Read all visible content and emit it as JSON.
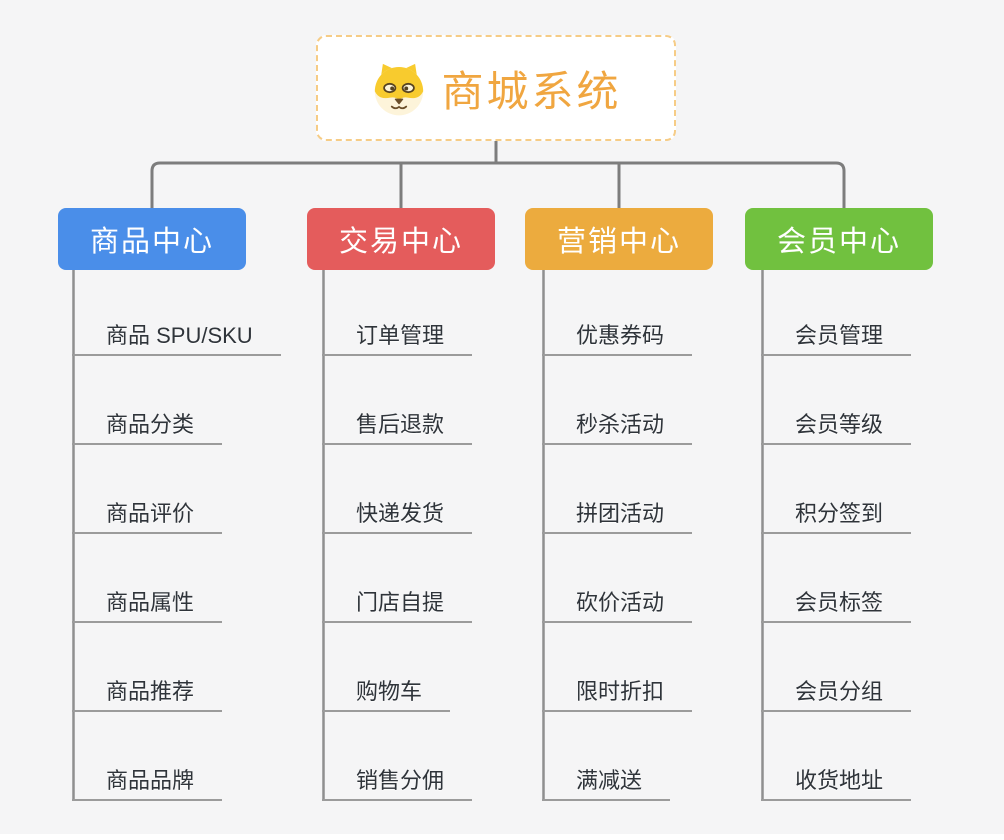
{
  "root": {
    "title": "商城系统",
    "title_color": "#f0a640",
    "border_color": "#f6cc86",
    "icon": "dog-face-icon"
  },
  "styles": {
    "connector_color": "#7d7d7d",
    "spine_color": "#8f8f8f",
    "leaf_underline_color": "#9b9b9b",
    "background_color": "#f5f5f6"
  },
  "branches": [
    {
      "label": "商品中心",
      "color": "#4a8ee9",
      "items": [
        "商品 SPU/SKU",
        "商品分类",
        "商品评价",
        "商品属性",
        "商品推荐",
        "商品品牌"
      ]
    },
    {
      "label": "交易中心",
      "color": "#e45c5c",
      "items": [
        "订单管理",
        "售后退款",
        "快递发货",
        "门店自提",
        "购物车",
        "销售分佣"
      ]
    },
    {
      "label": "营销中心",
      "color": "#ecab3e",
      "items": [
        "优惠券码",
        "秒杀活动",
        "拼团活动",
        "砍价活动",
        "限时折扣",
        "满减送"
      ]
    },
    {
      "label": "会员中心",
      "color": "#71c13f",
      "items": [
        "会员管理",
        "会员等级",
        "积分签到",
        "会员标签",
        "会员分组",
        "收货地址"
      ]
    }
  ]
}
